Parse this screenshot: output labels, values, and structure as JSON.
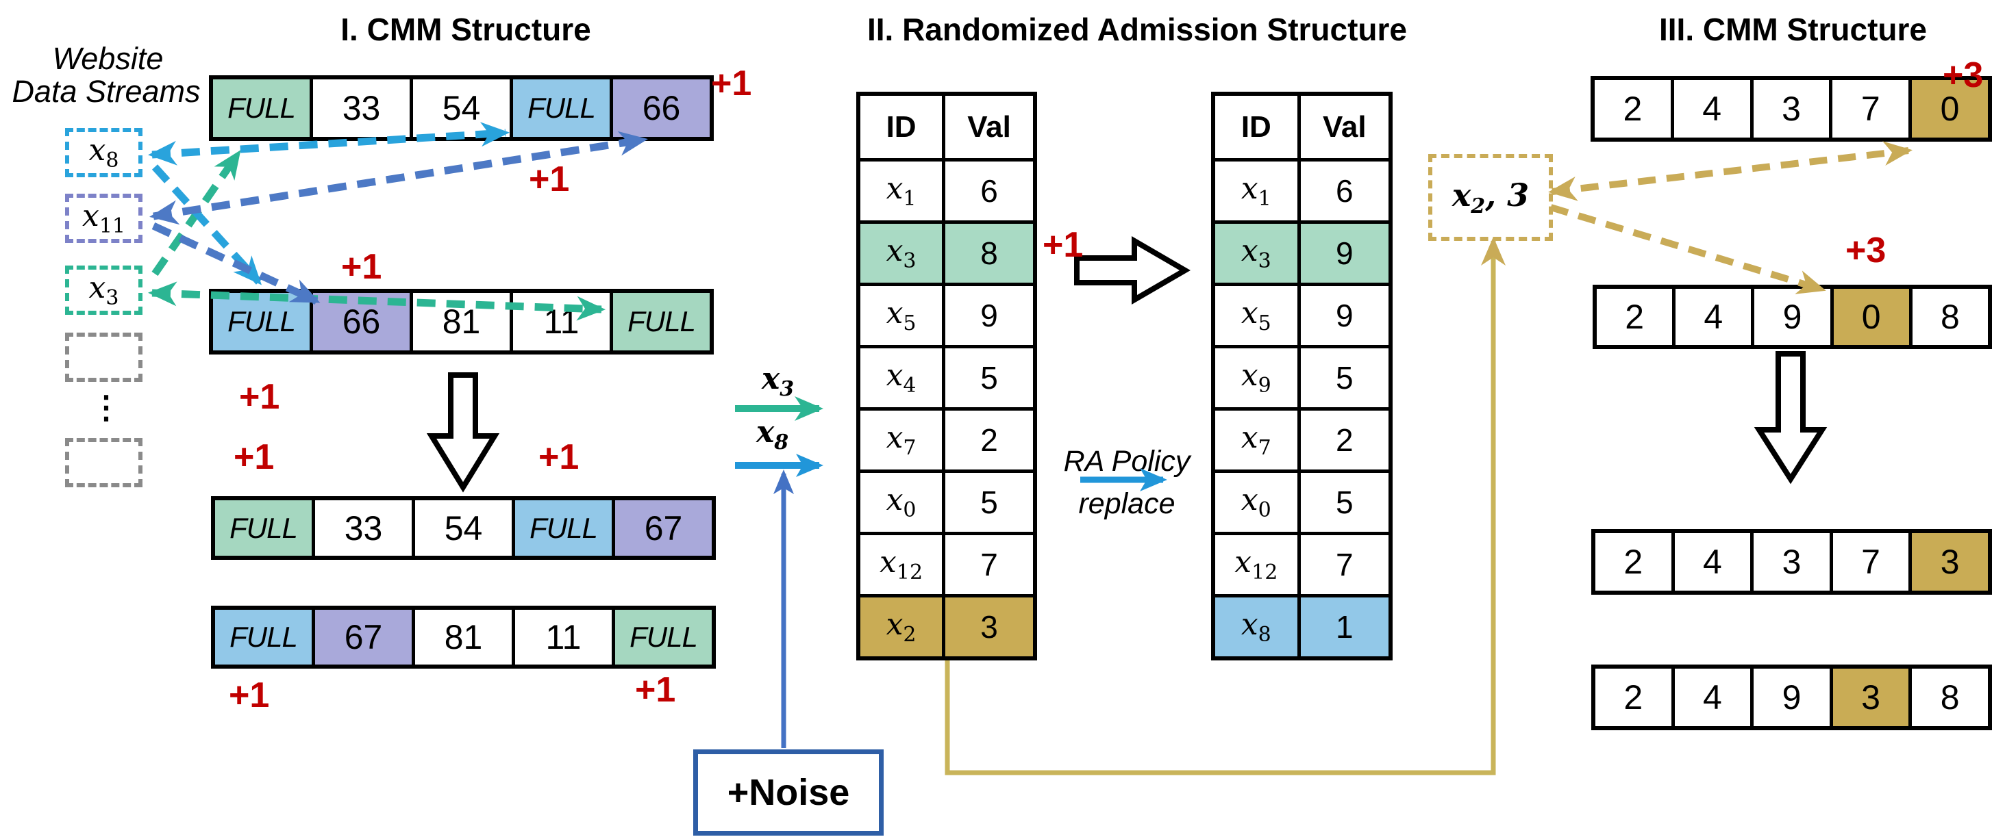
{
  "palette": {
    "cell_green": "#a5d7c0",
    "cell_blue": "#92c8e8",
    "cell_purple": "#a9a9da",
    "cell_gold": "#c9ac55",
    "row_green": "#a9dac4",
    "dash_cyan": "#29a3dc",
    "dash_teal": "#2cb593",
    "dash_violet": "#4d79c5",
    "dash_periwinkle": "#7d82c8",
    "dash_gray": "#8a8a8a",
    "gold_line": "#c9b45a",
    "gold_dash": "#c9ab57",
    "red": "#c00000",
    "noise_border": "#2e5ea6",
    "arrow_blue_dark": "#4472c4",
    "arrow_blue": "#2196d9"
  },
  "titles": {
    "s1": "I. CMM Structure",
    "s2": "II. Randomized Admission Structure",
    "s3": "III. CMM Structure"
  },
  "website": {
    "line1": "Website",
    "line2": "Data Streams"
  },
  "streams": {
    "dots": "⋮",
    "boxes": [
      {
        "base": "x",
        "sub": "8"
      },
      {
        "base": "x",
        "sub": "11"
      },
      {
        "base": "x",
        "sub": "3"
      }
    ]
  },
  "cmm1": {
    "r1": [
      "FULL",
      "33",
      "54",
      "FULL",
      "66"
    ],
    "r2": [
      "FULL",
      "66",
      "81",
      "11",
      "FULL"
    ],
    "r3": [
      "FULL",
      "33",
      "54",
      "FULL",
      "67"
    ],
    "r4": [
      "FULL",
      "67",
      "81",
      "11",
      "FULL"
    ]
  },
  "cmm3": {
    "r1": [
      "2",
      "4",
      "3",
      "7",
      "0"
    ],
    "r2": [
      "2",
      "4",
      "9",
      "0",
      "8"
    ],
    "r3": [
      "2",
      "4",
      "3",
      "7",
      "3"
    ],
    "r4": [
      "2",
      "4",
      "9",
      "3",
      "8"
    ]
  },
  "badges": {
    "plus1": "+1",
    "plus3": "+3"
  },
  "mid": {
    "x3": {
      "base": "x",
      "sub": "3"
    },
    "x8": {
      "base": "x",
      "sub": "8"
    },
    "noise": "+Noise",
    "ra_line1": "RA Policy",
    "ra_line2": "replace"
  },
  "x23": {
    "base": "x",
    "sub": "2",
    "rest": ", 3"
  },
  "tables": {
    "left": {
      "h1": "ID",
      "h2": "Val",
      "rows": [
        {
          "id": "x",
          "sub": "1",
          "val": "6"
        },
        {
          "id": "x",
          "sub": "3",
          "val": "8"
        },
        {
          "id": "x",
          "sub": "5",
          "val": "9"
        },
        {
          "id": "x",
          "sub": "4",
          "val": "5"
        },
        {
          "id": "x",
          "sub": "7",
          "val": "2"
        },
        {
          "id": "x",
          "sub": "0",
          "val": "5"
        },
        {
          "id": "x",
          "sub": "12",
          "val": "7"
        },
        {
          "id": "x",
          "sub": "2",
          "val": "3"
        }
      ]
    },
    "right": {
      "h1": "ID",
      "h2": "Val",
      "rows": [
        {
          "id": "x",
          "sub": "1",
          "val": "6"
        },
        {
          "id": "x",
          "sub": "3",
          "val": "9"
        },
        {
          "id": "x",
          "sub": "5",
          "val": "9"
        },
        {
          "id": "x",
          "sub": "9",
          "val": "5"
        },
        {
          "id": "x",
          "sub": "7",
          "val": "2"
        },
        {
          "id": "x",
          "sub": "0",
          "val": "5"
        },
        {
          "id": "x",
          "sub": "12",
          "val": "7"
        },
        {
          "id": "x",
          "sub": "8",
          "val": "1"
        }
      ]
    }
  }
}
